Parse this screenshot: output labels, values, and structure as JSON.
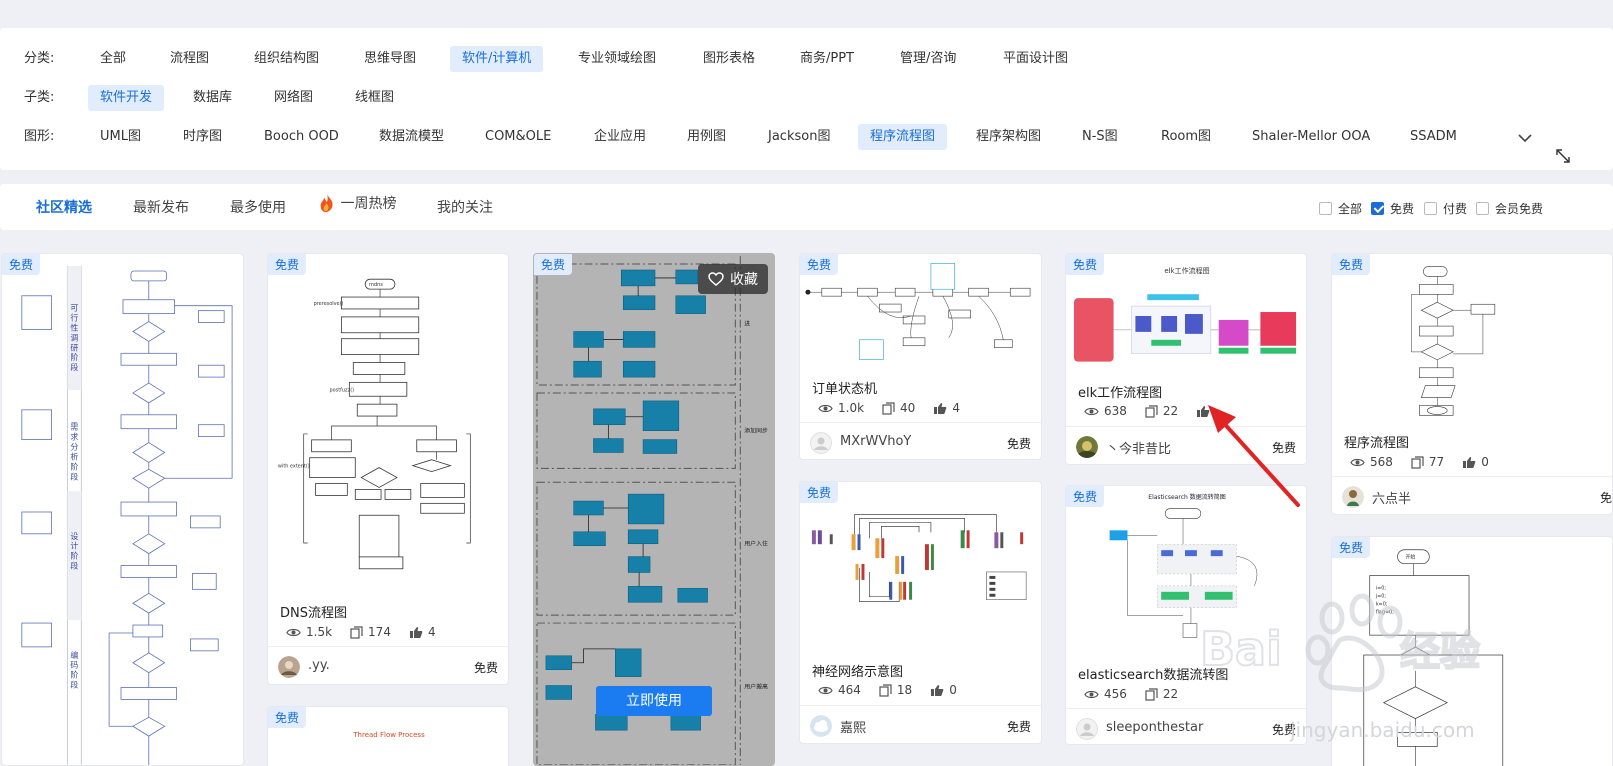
{
  "filters": {
    "category": {
      "label": "分类:",
      "items": [
        "全部",
        "流程图",
        "组织结构图",
        "思维导图",
        "软件/计算机",
        "专业领域绘图",
        "图形表格",
        "商务/PPT",
        "管理/咨询",
        "平面设计图"
      ],
      "active": "软件/计算机"
    },
    "subcategory": {
      "label": "子类:",
      "items": [
        "软件开发",
        "数据库",
        "网络图",
        "线框图"
      ],
      "active": "软件开发"
    },
    "shape": {
      "label": "图形:",
      "items": [
        "UML图",
        "时序图",
        "Booch OOD",
        "数据流模型",
        "COM&OLE",
        "企业应用",
        "用例图",
        "Jackson图",
        "程序流程图",
        "程序架构图",
        "N-S图",
        "Room图",
        "Shaler-Mellor OOA",
        "SSADM"
      ],
      "active": "程序流程图"
    }
  },
  "tabs": [
    "社区精选",
    "最新发布",
    "最多使用",
    "一周热榜",
    "我的关注"
  ],
  "checks": [
    {
      "label": "全部",
      "checked": false
    },
    {
      "label": "免费",
      "checked": true
    },
    {
      "label": "付费",
      "checked": false
    },
    {
      "label": "会员免费",
      "checked": false
    }
  ],
  "cards": {
    "badge": "免费",
    "free_label": "免费",
    "fav_label": "收藏",
    "use_label": "立即使用",
    "c1": {
      "title": "",
      "views": "",
      "copies": "",
      "likes": "",
      "author": "",
      "diagram_labels": [
        "可行性调研阶段",
        "需求分析阶段",
        "设计阶段",
        "编码阶段"
      ]
    },
    "c2": {
      "title": "DNS流程图",
      "views": "1.5k",
      "copies": "174",
      "likes": "4",
      "author": ".yy."
    },
    "c3": {
      "title": "",
      "views": "",
      "copies": "",
      "likes": "",
      "author": ""
    },
    "c4": {
      "title": "订单状态机",
      "views": "1.0k",
      "copies": "40",
      "likes": "4",
      "author": "MXrWVhoY"
    },
    "c5": {
      "title": "神经网络示意图",
      "views": "464",
      "copies": "18",
      "likes": "0",
      "author": "嘉熙"
    },
    "c6": {
      "title": "elk工作流程图",
      "views": "638",
      "copies": "22",
      "likes": "",
      "author": "丶今非昔比",
      "thumb_title": "elk工作流程图"
    },
    "c7": {
      "title": "elasticsearch数据流转图",
      "views": "456",
      "copies": "22",
      "likes": "",
      "author": "sleeponthestar",
      "thumb_title": "Elasticsearch 数据流转简图"
    },
    "c8": {
      "title": "程序流程图",
      "views": "568",
      "copies": "77",
      "likes": "0",
      "author": "六点半"
    },
    "c9": {
      "title": "",
      "thumb_title": "Thread Flow Process"
    },
    "c10": {
      "title": ""
    }
  },
  "watermark": "jingyan.baidu.com",
  "colors": {
    "accent": "#1a6ed8",
    "chip_bg": "#e1edfc",
    "annotation_arrow": "#e02424",
    "diagram_blue": "#1780a8"
  }
}
